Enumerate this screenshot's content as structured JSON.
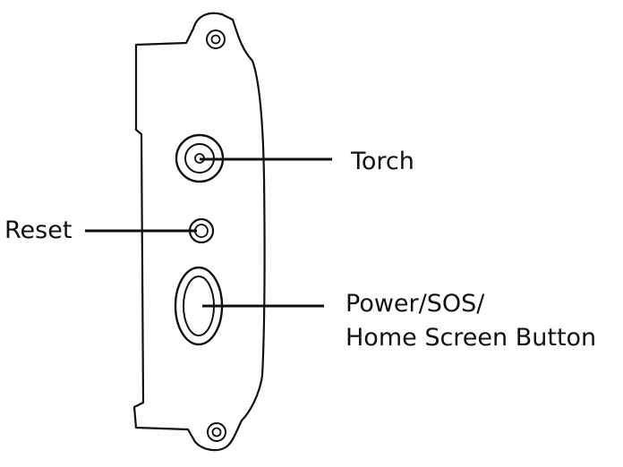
{
  "labels": {
    "torch": "Torch",
    "reset": "Reset",
    "power_line1": "Power/SOS/",
    "power_line2": "Home Screen Button"
  },
  "colors": {
    "stroke": "#111111",
    "background": "#ffffff"
  }
}
